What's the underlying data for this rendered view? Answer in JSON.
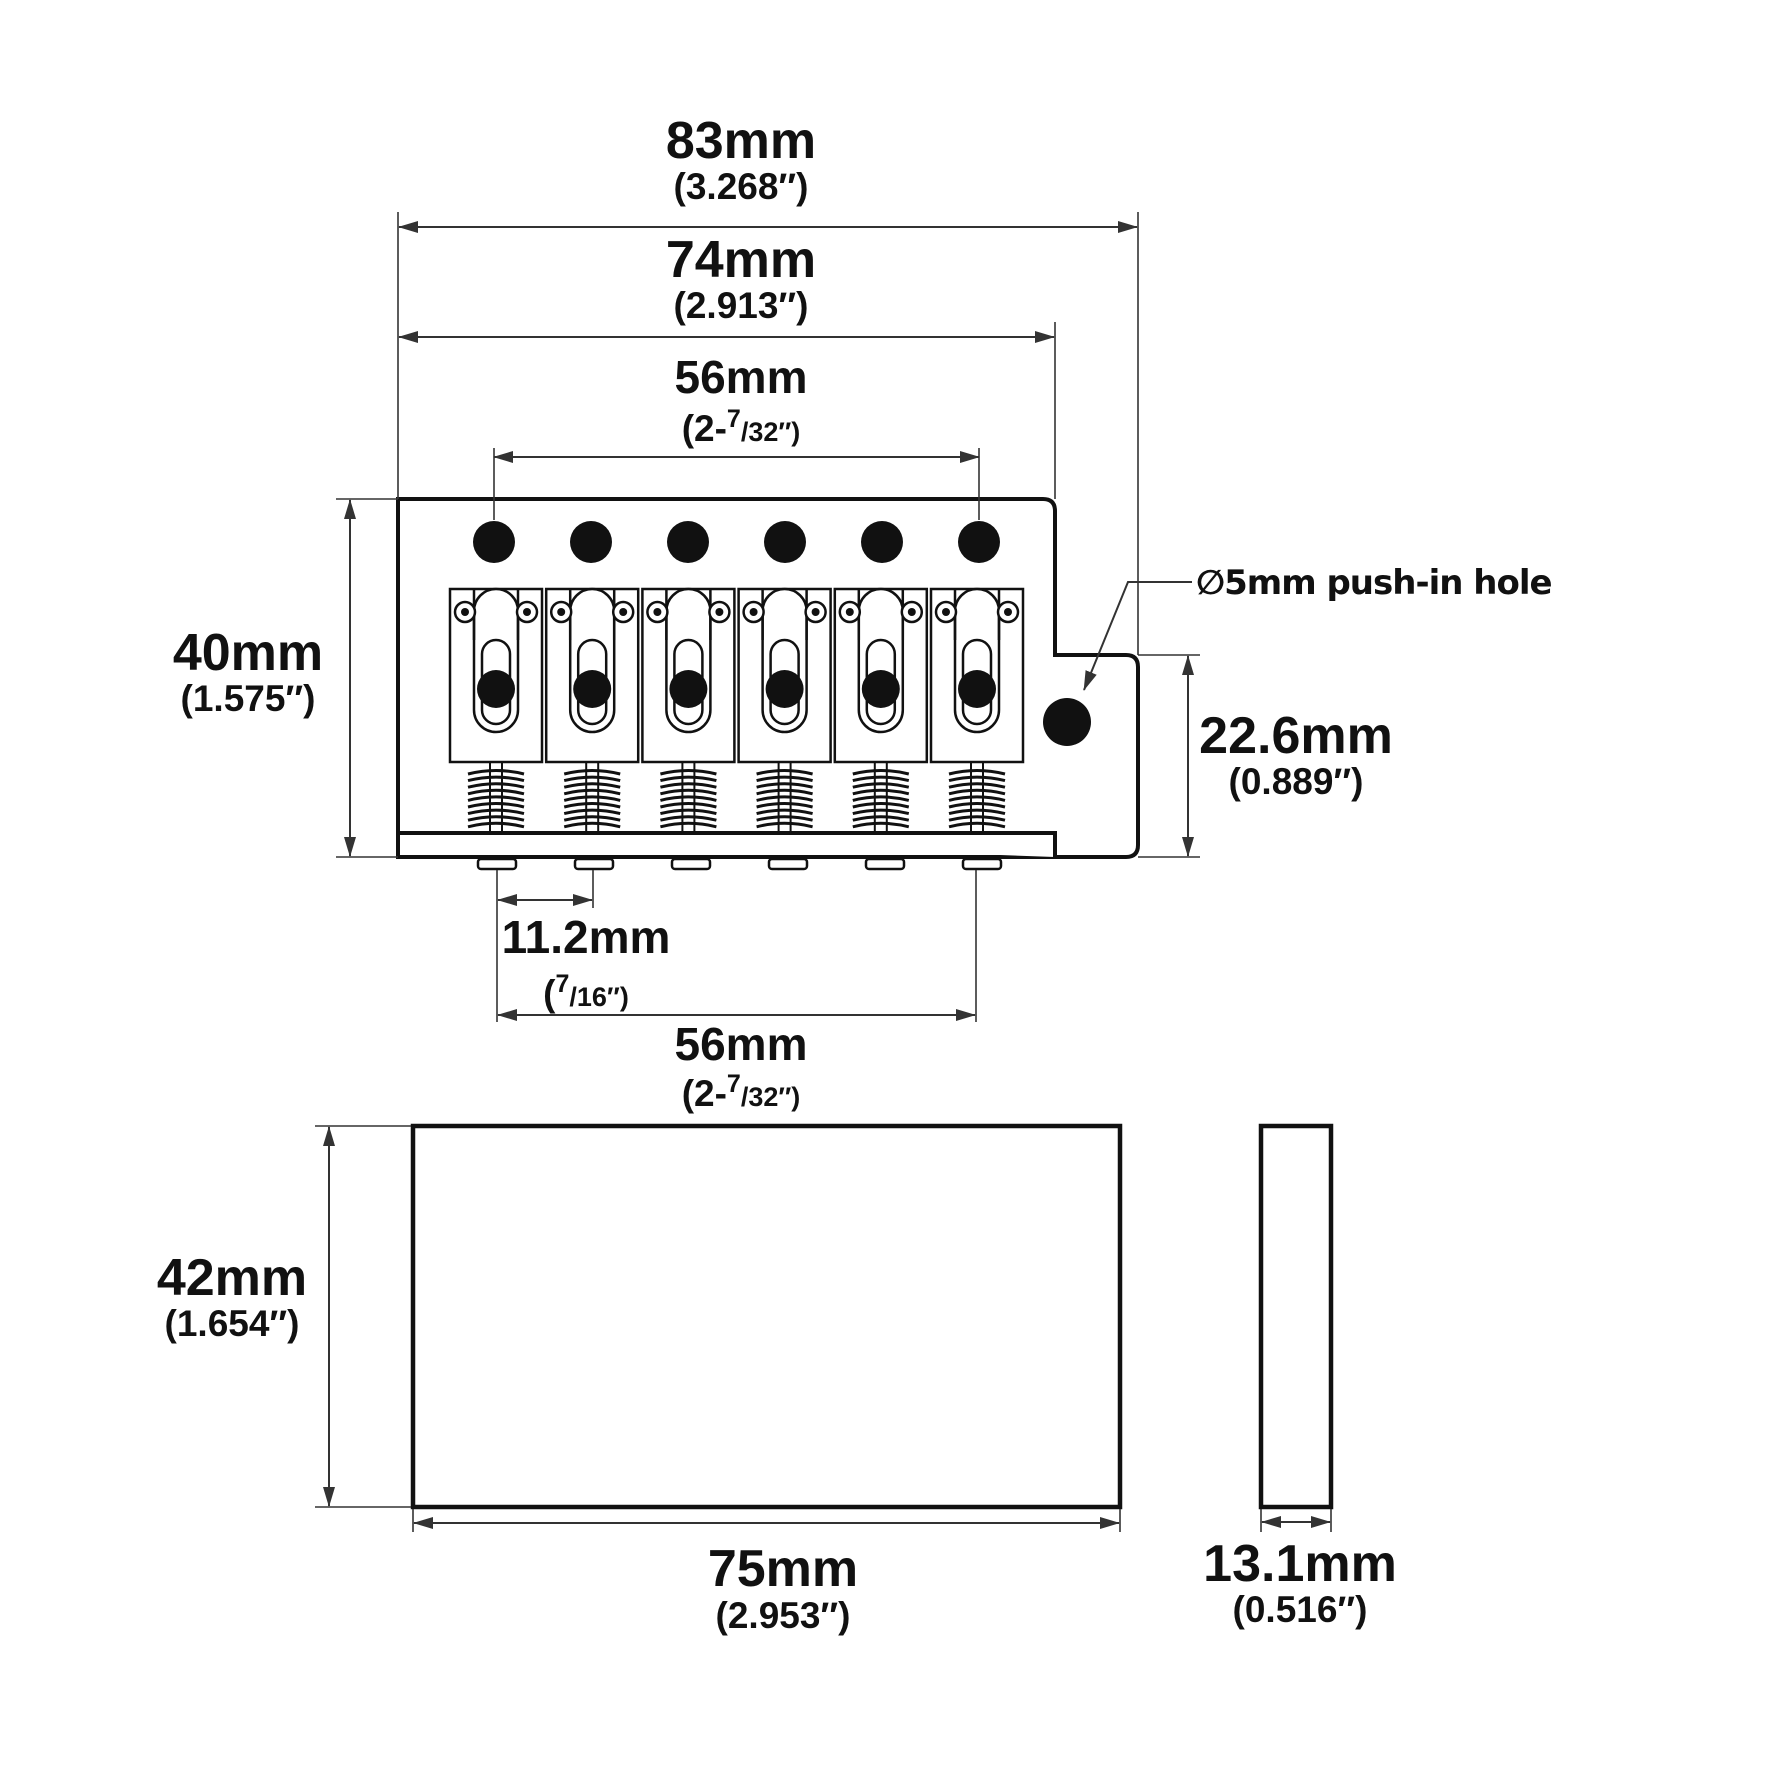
{
  "dimensions": {
    "overall_width": {
      "mm": "83mm",
      "inch": "(3.268″)"
    },
    "plate_width": {
      "mm": "74mm",
      "inch": "(2.913″)"
    },
    "string_spacing_top": {
      "mm": "56mm",
      "inch_prefix": "(2-",
      "inch_num": "7",
      "inch_den": "/32″)"
    },
    "bridge_height": {
      "mm": "40mm",
      "inch": "(1.575″)"
    },
    "tab_height": {
      "mm": "22.6mm",
      "inch": "(0.889″)"
    },
    "saddle_pitch": {
      "mm": "11.2mm",
      "inch_prefix": "(",
      "inch_num": "7",
      "inch_den": "/16″)"
    },
    "string_spacing_bottom": {
      "mm": "56mm",
      "inch_prefix": "(2-",
      "inch_num": "7",
      "inch_den": "/32″)"
    },
    "block_height": {
      "mm": "42mm",
      "inch": "(1.654″)"
    },
    "block_width": {
      "mm": "75mm",
      "inch": "(2.953″)"
    },
    "block_depth": {
      "mm": "13.1mm",
      "inch": "(0.516″)"
    }
  },
  "callouts": {
    "push_in_hole": "∅5mm push-in hole"
  },
  "parts": {
    "saddle_count": 6,
    "string_hole_count": 6
  },
  "colors": {
    "line": "#111111",
    "background": "#ffffff"
  }
}
